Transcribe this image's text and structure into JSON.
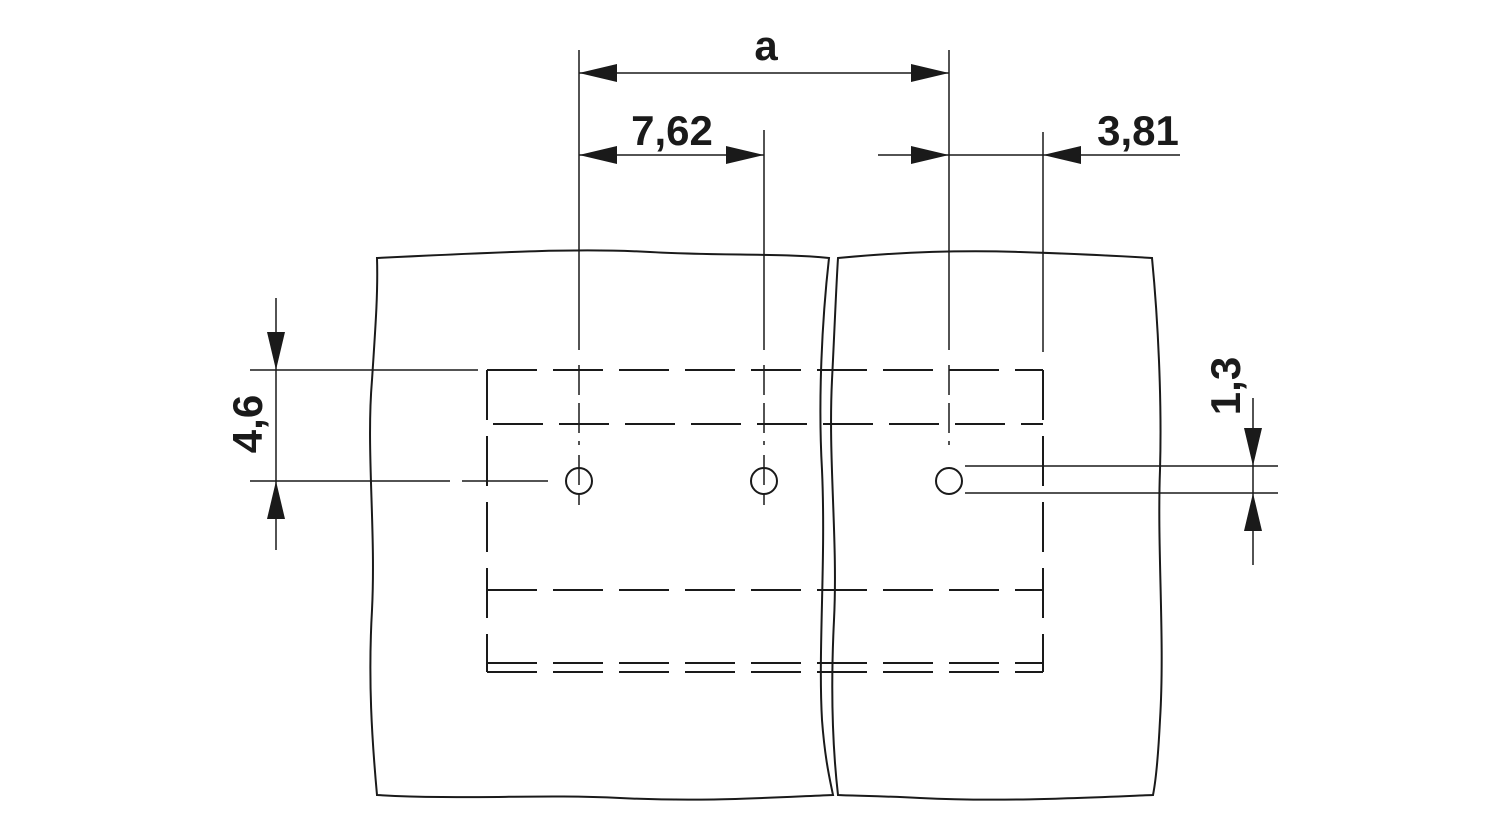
{
  "drawing": {
    "labels": {
      "pitch_a": "a",
      "pitch_762": "7,62",
      "offset_381": "3,81",
      "height_46": "4,6",
      "hole_13": "1,3"
    },
    "stroke_color": "#1a1a1a",
    "background": "#ffffff"
  }
}
